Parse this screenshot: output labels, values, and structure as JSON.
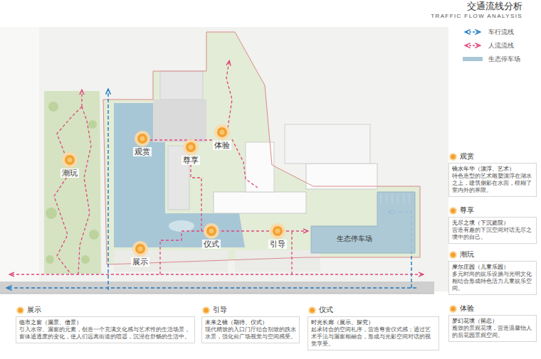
{
  "diagram": {
    "title": "交通流线分析",
    "nodes": [
      {
        "text": [
          "观赏"
        ]
      },
      {
        "text": [
          "尊享"
        ]
      },
      {
        "text": [
          "体验"
        ]
      },
      {
        "text": [
          "潮玩"
        ]
      },
      {
        "text": [
          "展示"
        ]
      },
      {
        "text": [
          "仪式"
        ]
      },
      {
        "text": [
          "引导"
        ]
      },
      {
        "text": [
          "生态停车场"
        ]
      },
      {
        "text": [
          "观赏",
          "镜水年华（漂浮、艺术）",
          "特色造型的艺术雕塑漂浮在湖水之上，建筑侧影在水面，模糊了室内外的界限。"
        ]
      },
      {
        "text": [
          "尊享",
          "无尽之境（下沉庭院）",
          "营造有趣的下沉空间对话无尽之境中的自己。"
        ]
      },
      {
        "text": [
          "潮玩",
          "摩尔庄园（儿童乐园）",
          "多元时尚的娱乐设施与光明文化相结合形成特色活力儿童娱乐空间。"
        ]
      },
      {
        "text": [
          "体验",
          "梦幻花境（留恋）",
          "雅致的景观花境，营造温馨怡人的后花园景观空间。"
        ]
      },
      {
        "text": [
          "展示",
          "临市之窗（漏景、借景）",
          "引入水帘、漏窗的元素，创造一个充满文化感与艺术性的生活场景，窗体通透度的变化，使人们远离街道的喧嚣，沉浸在舒畅的生活中。"
        ]
      },
      {
        "text": [
          "引导",
          "未来之镜（期待、仪式）",
          "现代精致的入口门厅结合别致的跌水水景，强化前广场视觉与空间感受。"
        ]
      },
      {
        "text": [
          "仪式",
          "时光长廊（展示、探究）",
          "起承转合的空间礼序，营造尊贵仪式感；通过艺术手法与漏窗相融合，形成与光影空间对话的视觉享受。"
        ]
      }
    ],
    "labels": [
      "TRAFFIC FLOW ANALYSIS"
    ],
    "legend": [
      {
        "text": "车行流线"
      },
      {
        "text": "人流流线"
      },
      {
        "text": "生态停车场",
        "color": "#a9c6d6"
      }
    ]
  }
}
